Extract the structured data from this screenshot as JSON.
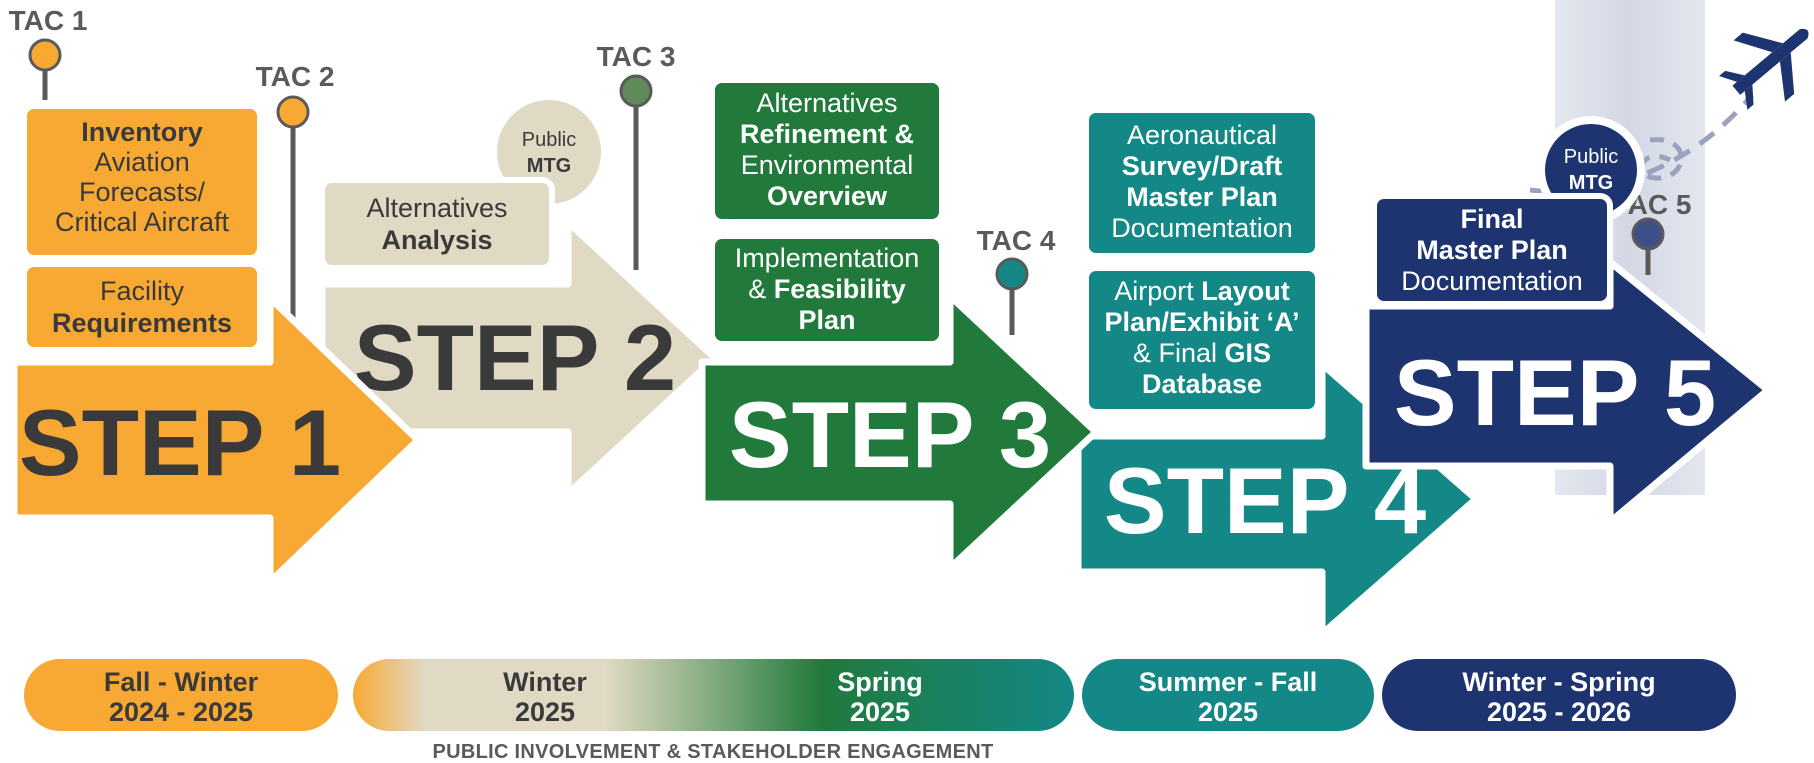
{
  "steps": [
    {
      "label": "STEP 1",
      "color": "#f7a933",
      "text_color": "#3a3a3a"
    },
    {
      "label": "STEP 2",
      "color": "#e0d9c3",
      "text_color": "#3a3a3a"
    },
    {
      "label": "STEP 3",
      "color": "#217a3c",
      "text_color": "#ffffff"
    },
    {
      "label": "STEP 4",
      "color": "#138886",
      "text_color": "#ffffff"
    },
    {
      "label": "STEP 5",
      "color": "#1e3470",
      "text_color": "#ffffff"
    }
  ],
  "tac_meetings": [
    {
      "label": "TAC 1",
      "color": "#f7a933"
    },
    {
      "label": "TAC 2",
      "color": "#f7a933"
    },
    {
      "label": "TAC 3",
      "color": "#5f8a5a"
    },
    {
      "label": "TAC 4",
      "color": "#138886"
    },
    {
      "label": "TAC 5",
      "color": "#3d4f86"
    }
  ],
  "public_meetings": [
    {
      "line1": "Public",
      "line2": "MTG"
    },
    {
      "line1": "Public",
      "line2": "MTG"
    }
  ],
  "tasks": {
    "inventory": {
      "line1": "Inventory",
      "line2": "Aviation",
      "line3": "Forecasts/",
      "line4": "Critical Aircraft"
    },
    "facility": {
      "line1": "Facility",
      "line2": "Requirements"
    },
    "alternatives_analysis": {
      "line1": "Alternatives",
      "line2": "Analysis"
    },
    "alternatives_refinement": {
      "line1": "Alternatives",
      "line2": "Refinement &",
      "line3": "Environmental",
      "line4": "Overview"
    },
    "implementation": {
      "line1": "Implementation",
      "line2a": "& ",
      "line2b": "Feasibility",
      "line3": "Plan"
    },
    "aeronautical": {
      "line1": "Aeronautical",
      "line2": "Survey/Draft",
      "line3": "Master Plan",
      "line4": "Documentation"
    },
    "airport_layout": {
      "line1a": "Airport ",
      "line1b": "Layout",
      "line2": "Plan/Exhibit ‘A’",
      "line3a": "& Final ",
      "line3b": "GIS",
      "line4": "Database"
    },
    "final_master_plan": {
      "line1": "Final",
      "line2": "Master Plan",
      "line3": "Documentation"
    }
  },
  "timeline": [
    {
      "line1": "Fall - Winter",
      "line2": "2024 - 2025"
    },
    {
      "line1": "Winter",
      "line2": "2025"
    },
    {
      "line1": "Spring",
      "line2": "2025"
    },
    {
      "line1": "Summer - Fall",
      "line2": "2025"
    },
    {
      "line1": "Winter - Spring",
      "line2": "2025 - 2026"
    }
  ],
  "footer": "PUBLIC INVOLVEMENT & STAKEHOLDER ENGAGEMENT",
  "icons": {
    "plane": "airplane-icon"
  },
  "colors": {
    "gray_text": "#5a5a5a",
    "pin_line": "#5a5a5a"
  }
}
